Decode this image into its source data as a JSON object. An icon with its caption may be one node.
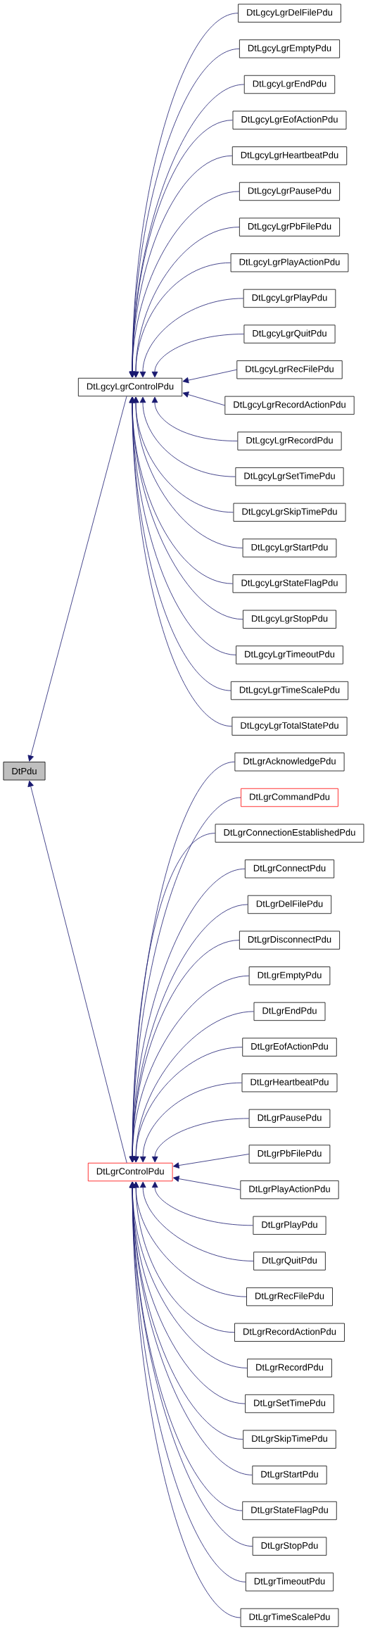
{
  "diagram": {
    "nodes": [
      {
        "text": [
          "DtPdu"
        ]
      },
      {
        "text": [
          "DtLgcyLgrControlPdu"
        ]
      },
      {
        "text": [
          "DtLgcyLgrDelFilePdu"
        ]
      },
      {
        "text": [
          "DtLgcyLgrEmptyPdu"
        ]
      },
      {
        "text": [
          "DtLgcyLgrEndPdu"
        ]
      },
      {
        "text": [
          "DtLgcyLgrEofActionPdu"
        ]
      },
      {
        "text": [
          "DtLgcyLgrHeartbeatPdu"
        ]
      },
      {
        "text": [
          "DtLgcyLgrPausePdu"
        ]
      },
      {
        "text": [
          "DtLgcyLgrPbFilePdu"
        ]
      },
      {
        "text": [
          "DtLgcyLgrPlayActionPdu"
        ]
      },
      {
        "text": [
          "DtLgcyLgrPlayPdu"
        ]
      },
      {
        "text": [
          "DtLgcyLgrQuitPdu"
        ]
      },
      {
        "text": [
          "DtLgcyLgrRecFilePdu"
        ]
      },
      {
        "text": [
          "DtLgcyLgrRecordActionPdu"
        ]
      },
      {
        "text": [
          "DtLgcyLgrRecordPdu"
        ]
      },
      {
        "text": [
          "DtLgcyLgrSetTimePdu"
        ]
      },
      {
        "text": [
          "DtLgcyLgrSkipTimePdu"
        ]
      },
      {
        "text": [
          "DtLgcyLgrStartPdu"
        ]
      },
      {
        "text": [
          "DtLgcyLgrStateFlagPdu"
        ]
      },
      {
        "text": [
          "DtLgcyLgrStopPdu"
        ]
      },
      {
        "text": [
          "DtLgcyLgrTimeoutPdu"
        ]
      },
      {
        "text": [
          "DtLgcyLgrTimeScalePdu"
        ]
      },
      {
        "text": [
          "DtLgcyLgrTotalStatePdu"
        ]
      },
      {
        "text": [
          "DtLgrControlPdu"
        ]
      },
      {
        "text": [
          "DtLgrAcknowledgePdu"
        ]
      },
      {
        "text": [
          "DtLgrCommandPdu"
        ]
      },
      {
        "text": [
          "DtLgrConnectionEstablishedPdu"
        ]
      },
      {
        "text": [
          "DtLgrConnectPdu"
        ]
      },
      {
        "text": [
          "DtLgrDelFilePdu"
        ]
      },
      {
        "text": [
          "DtLgrDisconnectPdu"
        ]
      },
      {
        "text": [
          "DtLgrEmptyPdu"
        ]
      },
      {
        "text": [
          "DtLgrEndPdu"
        ]
      },
      {
        "text": [
          "DtLgrEofActionPdu"
        ]
      },
      {
        "text": [
          "DtLgrHeartbeatPdu"
        ]
      },
      {
        "text": [
          "DtLgrPausePdu"
        ]
      },
      {
        "text": [
          "DtLgrPbFilePdu"
        ]
      },
      {
        "text": [
          "DtLgrPlayActionPdu"
        ]
      },
      {
        "text": [
          "DtLgrPlayPdu"
        ]
      },
      {
        "text": [
          "DtLgrQuitPdu"
        ]
      },
      {
        "text": [
          "DtLgrRecFilePdu"
        ]
      },
      {
        "text": [
          "DtLgrRecordActionPdu"
        ]
      },
      {
        "text": [
          "DtLgrRecordPdu"
        ]
      },
      {
        "text": [
          "DtLgrSetTimePdu"
        ]
      },
      {
        "text": [
          "DtLgrSkipTimePdu"
        ]
      },
      {
        "text": [
          "DtLgrStartPdu"
        ]
      },
      {
        "text": [
          "DtLgrStateFlagPdu"
        ]
      },
      {
        "text": [
          "DtLgrStopPdu"
        ]
      },
      {
        "text": [
          "DtLgrTimeoutPdu"
        ]
      },
      {
        "text": [
          "DtLgrTimeScalePdu"
        ]
      }
    ],
    "edges": [
      {
        "from": 1,
        "to": 0,
        "arrow": "to"
      },
      {
        "from": 23,
        "to": 0,
        "arrow": "to"
      },
      {
        "from": 2,
        "to": 1,
        "arrow": "to"
      },
      {
        "from": 3,
        "to": 1,
        "arrow": "to"
      },
      {
        "from": 4,
        "to": 1,
        "arrow": "to"
      },
      {
        "from": 5,
        "to": 1,
        "arrow": "to"
      },
      {
        "from": 6,
        "to": 1,
        "arrow": "to"
      },
      {
        "from": 7,
        "to": 1,
        "arrow": "to"
      },
      {
        "from": 8,
        "to": 1,
        "arrow": "to"
      },
      {
        "from": 9,
        "to": 1,
        "arrow": "to"
      },
      {
        "from": 10,
        "to": 1,
        "arrow": "to"
      },
      {
        "from": 11,
        "to": 1,
        "arrow": "to"
      },
      {
        "from": 12,
        "to": 1,
        "arrow": "to"
      },
      {
        "from": 13,
        "to": 1,
        "arrow": "to"
      },
      {
        "from": 14,
        "to": 1,
        "arrow": "to"
      },
      {
        "from": 15,
        "to": 1,
        "arrow": "to"
      },
      {
        "from": 16,
        "to": 1,
        "arrow": "to"
      },
      {
        "from": 17,
        "to": 1,
        "arrow": "to"
      },
      {
        "from": 18,
        "to": 1,
        "arrow": "to"
      },
      {
        "from": 19,
        "to": 1,
        "arrow": "to"
      },
      {
        "from": 20,
        "to": 1,
        "arrow": "to"
      },
      {
        "from": 21,
        "to": 1,
        "arrow": "to"
      },
      {
        "from": 22,
        "to": 1,
        "arrow": "to"
      },
      {
        "from": 24,
        "to": 23,
        "arrow": "to"
      },
      {
        "from": 25,
        "to": 23,
        "arrow": "to"
      },
      {
        "from": 26,
        "to": 23,
        "arrow": "to"
      },
      {
        "from": 27,
        "to": 23,
        "arrow": "to"
      },
      {
        "from": 28,
        "to": 23,
        "arrow": "to"
      },
      {
        "from": 29,
        "to": 23,
        "arrow": "to"
      },
      {
        "from": 30,
        "to": 23,
        "arrow": "to"
      },
      {
        "from": 31,
        "to": 23,
        "arrow": "to"
      },
      {
        "from": 32,
        "to": 23,
        "arrow": "to"
      },
      {
        "from": 33,
        "to": 23,
        "arrow": "to"
      },
      {
        "from": 34,
        "to": 23,
        "arrow": "to"
      },
      {
        "from": 35,
        "to": 23,
        "arrow": "to"
      },
      {
        "from": 36,
        "to": 23,
        "arrow": "to"
      },
      {
        "from": 37,
        "to": 23,
        "arrow": "to"
      },
      {
        "from": 38,
        "to": 23,
        "arrow": "to"
      },
      {
        "from": 39,
        "to": 23,
        "arrow": "to"
      },
      {
        "from": 40,
        "to": 23,
        "arrow": "to"
      },
      {
        "from": 41,
        "to": 23,
        "arrow": "to"
      },
      {
        "from": 42,
        "to": 23,
        "arrow": "to"
      },
      {
        "from": 43,
        "to": 23,
        "arrow": "to"
      },
      {
        "from": 44,
        "to": 23,
        "arrow": "to"
      },
      {
        "from": 45,
        "to": 23,
        "arrow": "to"
      },
      {
        "from": 46,
        "to": 23,
        "arrow": "to"
      },
      {
        "from": 47,
        "to": 23,
        "arrow": "to"
      },
      {
        "from": 48,
        "to": 23,
        "arrow": "to"
      }
    ]
  }
}
